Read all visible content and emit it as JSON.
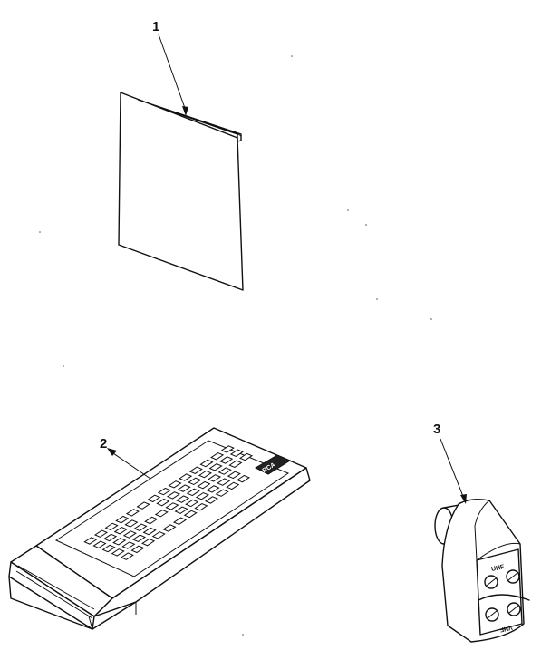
{
  "callouts": [
    {
      "id": "1",
      "label": "1",
      "part": "manual"
    },
    {
      "id": "2",
      "label": "2",
      "part": "remote-control"
    },
    {
      "id": "3",
      "label": "3",
      "part": "antenna-adapter"
    }
  ],
  "adapter": {
    "top_label": "UHF",
    "bottom_label": "VHF"
  },
  "remote": {
    "logo_text": "RCA"
  },
  "colors": {
    "line": "#111111",
    "background": "#ffffff"
  }
}
